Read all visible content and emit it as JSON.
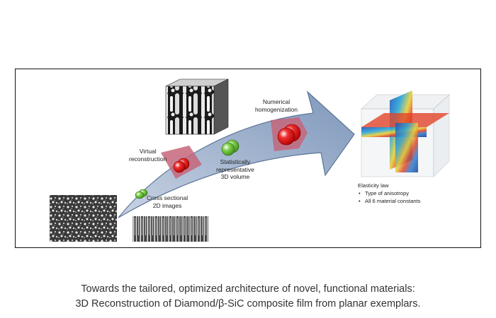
{
  "diagram": {
    "labels": {
      "virtual_reconstruction": "Virtual\nreconstruction",
      "cross_sectional": "Cross sectional\n2D images",
      "statistically_representative": "Statistically\nrepresentative\n3D volume",
      "numerical_homogenization": "Numerical\nhomogenization",
      "elasticity_title": "Elasticity law",
      "elasticity_items": [
        "Type of anisotropy",
        "All 6 material constants"
      ]
    },
    "colors": {
      "arrow_fill": "#8fa6c6",
      "arrow_stroke": "#5c7698",
      "band_fill": "#c4667a",
      "sphere_red": "#e01b1b",
      "sphere_green": "#6cc13c",
      "cube_frame": "#b9bcc0"
    }
  },
  "caption": {
    "line1": "Towards the tailored, optimized architecture of novel, functional materials:",
    "line2": "3D Reconstruction of Diamond/β-SiC composite film from planar exemplars."
  }
}
